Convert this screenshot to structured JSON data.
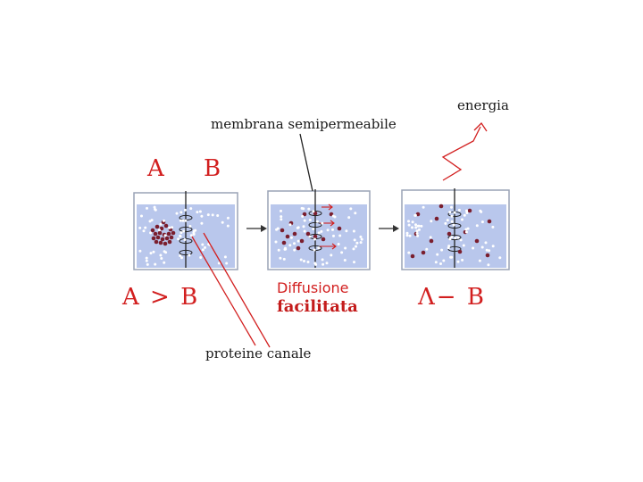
{
  "labels": {
    "membrane": "membrana semipermeabile",
    "energy": "energia",
    "proteins": "proteine canale",
    "a": "A",
    "b": "B",
    "a_gt_b": "A > B",
    "diffusion_line1": "Diffusione",
    "diffusion_line2": "facilitata",
    "a_eq_b": "Λ− B"
  },
  "colors": {
    "water": "#b9c7ec",
    "molecule": "#7a1e2e",
    "annotation_red": "#d21f1f",
    "ink": "#1a1a1a"
  }
}
